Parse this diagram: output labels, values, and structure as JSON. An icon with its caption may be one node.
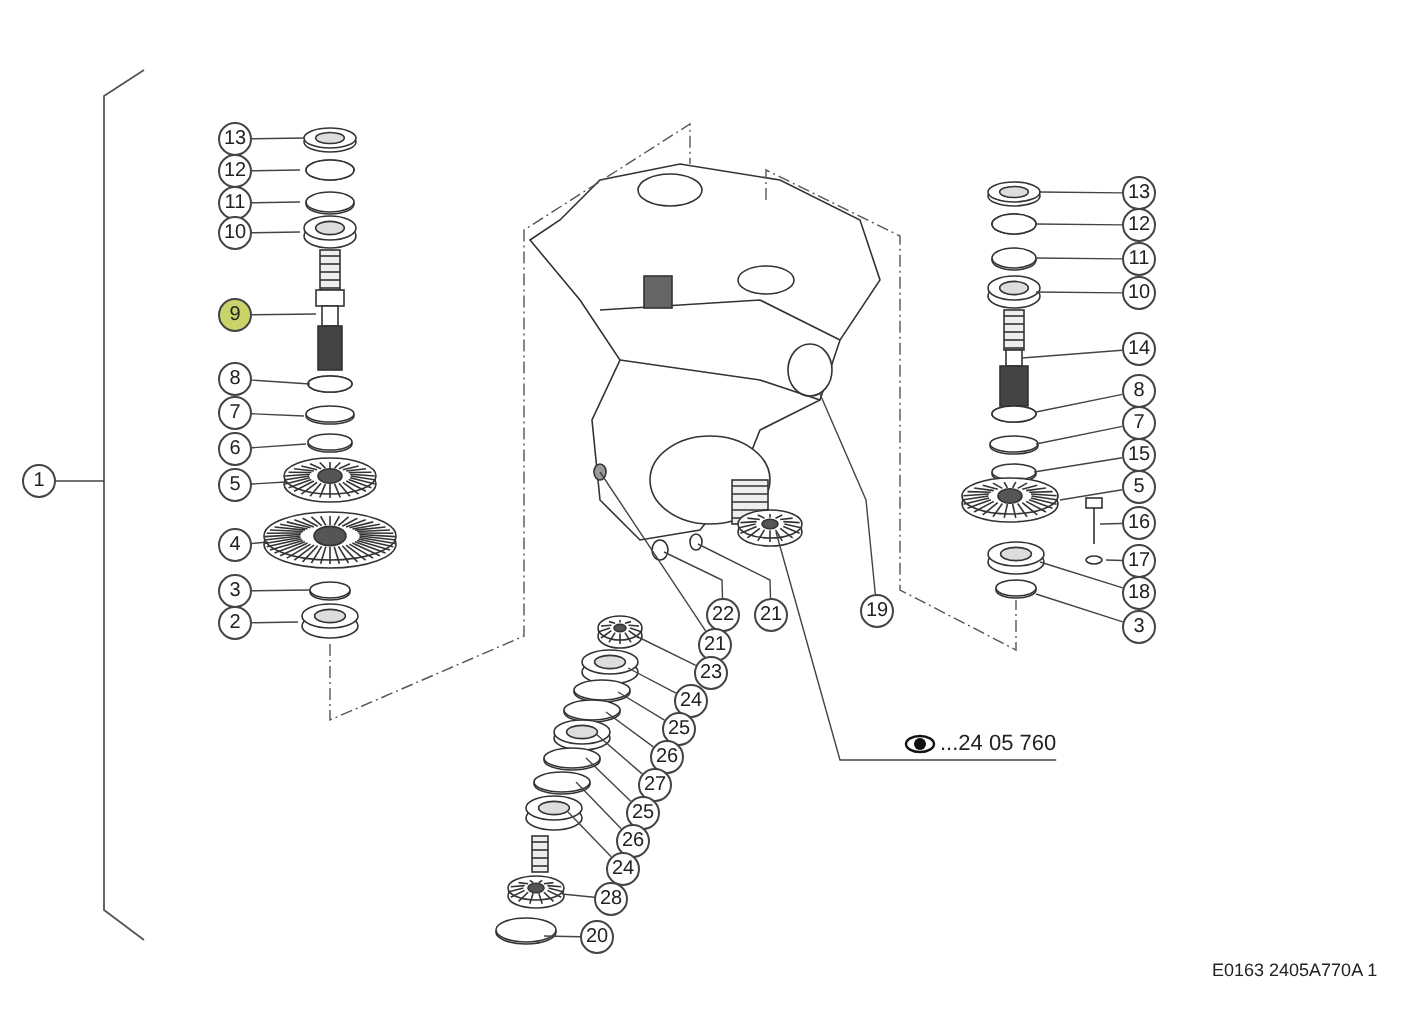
{
  "diagram": {
    "nodes": [
      {
        "text": [
          "1"
        ]
      },
      {
        "text": [
          "13"
        ]
      },
      {
        "text": [
          "12"
        ]
      },
      {
        "text": [
          "11"
        ]
      },
      {
        "text": [
          "10"
        ]
      },
      {
        "text": [
          "9"
        ]
      },
      {
        "text": [
          "8"
        ]
      },
      {
        "text": [
          "7"
        ]
      },
      {
        "text": [
          "6"
        ]
      },
      {
        "text": [
          "5"
        ]
      },
      {
        "text": [
          "4"
        ]
      },
      {
        "text": [
          "3"
        ]
      },
      {
        "text": [
          "2"
        ]
      },
      {
        "text": [
          "13"
        ]
      },
      {
        "text": [
          "12"
        ]
      },
      {
        "text": [
          "11"
        ]
      },
      {
        "text": [
          "10"
        ]
      },
      {
        "text": [
          "14"
        ]
      },
      {
        "text": [
          "8"
        ]
      },
      {
        "text": [
          "7"
        ]
      },
      {
        "text": [
          "15"
        ]
      },
      {
        "text": [
          "5"
        ]
      },
      {
        "text": [
          "16"
        ]
      },
      {
        "text": [
          "17"
        ]
      },
      {
        "text": [
          "18"
        ]
      },
      {
        "text": [
          "3"
        ]
      },
      {
        "text": [
          "19"
        ]
      },
      {
        "text": [
          "22"
        ]
      },
      {
        "text": [
          "21"
        ]
      },
      {
        "text": [
          "21"
        ]
      },
      {
        "text": [
          "23"
        ]
      },
      {
        "text": [
          "24"
        ]
      },
      {
        "text": [
          "25"
        ]
      },
      {
        "text": [
          "26"
        ]
      },
      {
        "text": [
          "27"
        ]
      },
      {
        "text": [
          "25"
        ]
      },
      {
        "text": [
          "26"
        ]
      },
      {
        "text": [
          "24"
        ]
      },
      {
        "text": [
          "28"
        ]
      },
      {
        "text": [
          "20"
        ]
      },
      {
        "text": [
          "...24 05 760"
        ]
      },
      {
        "text": [],
        "shape": "bracket"
      }
    ],
    "edges": [
      {
        "from": 0,
        "to": 41,
        "arrow": "none"
      },
      {
        "from": 1,
        "to": null,
        "arrow": "none"
      },
      {
        "from": 2,
        "to": null,
        "arrow": "none"
      },
      {
        "from": 3,
        "to": null,
        "arrow": "none"
      },
      {
        "from": 4,
        "to": null,
        "arrow": "none"
      },
      {
        "from": 5,
        "to": null,
        "arrow": "none"
      },
      {
        "from": 6,
        "to": null,
        "arrow": "none"
      },
      {
        "from": 7,
        "to": null,
        "arrow": "none"
      },
      {
        "from": 8,
        "to": null,
        "arrow": "none"
      },
      {
        "from": 9,
        "to": null,
        "arrow": "none"
      },
      {
        "from": 10,
        "to": null,
        "arrow": "none"
      },
      {
        "from": 11,
        "to": null,
        "arrow": "none"
      },
      {
        "from": 12,
        "to": null,
        "arrow": "none"
      },
      {
        "from": 13,
        "to": null,
        "arrow": "none"
      },
      {
        "from": 14,
        "to": null,
        "arrow": "none"
      },
      {
        "from": 15,
        "to": null,
        "arrow": "none"
      },
      {
        "from": 16,
        "to": null,
        "arrow": "none"
      },
      {
        "from": 17,
        "to": null,
        "arrow": "none"
      },
      {
        "from": 18,
        "to": null,
        "arrow": "none"
      },
      {
        "from": 19,
        "to": null,
        "arrow": "none"
      },
      {
        "from": 20,
        "to": null,
        "arrow": "none"
      },
      {
        "from": 21,
        "to": null,
        "arrow": "none"
      },
      {
        "from": 22,
        "to": null,
        "arrow": "none"
      },
      {
        "from": 23,
        "to": null,
        "arrow": "none"
      },
      {
        "from": 24,
        "to": null,
        "arrow": "none"
      },
      {
        "from": 25,
        "to": null,
        "arrow": "none"
      },
      {
        "from": 26,
        "to": null,
        "arrow": "none"
      },
      {
        "from": 27,
        "to": null,
        "arrow": "none"
      },
      {
        "from": 28,
        "to": null,
        "arrow": "none"
      },
      {
        "from": 29,
        "to": null,
        "arrow": "none"
      },
      {
        "from": 30,
        "to": null,
        "arrow": "none"
      },
      {
        "from": 31,
        "to": null,
        "arrow": "none"
      },
      {
        "from": 32,
        "to": null,
        "arrow": "none"
      },
      {
        "from": 33,
        "to": null,
        "arrow": "none"
      },
      {
        "from": 34,
        "to": null,
        "arrow": "none"
      },
      {
        "from": 35,
        "to": null,
        "arrow": "none"
      },
      {
        "from": 36,
        "to": null,
        "arrow": "none"
      },
      {
        "from": 37,
        "to": null,
        "arrow": "none"
      },
      {
        "from": 38,
        "to": null,
        "arrow": "none"
      },
      {
        "from": 39,
        "to": null,
        "arrow": "none"
      },
      {
        "from": 40,
        "to": null,
        "arrow": "none"
      }
    ],
    "labels": [
      "E0163 2405A770A 1"
    ]
  }
}
